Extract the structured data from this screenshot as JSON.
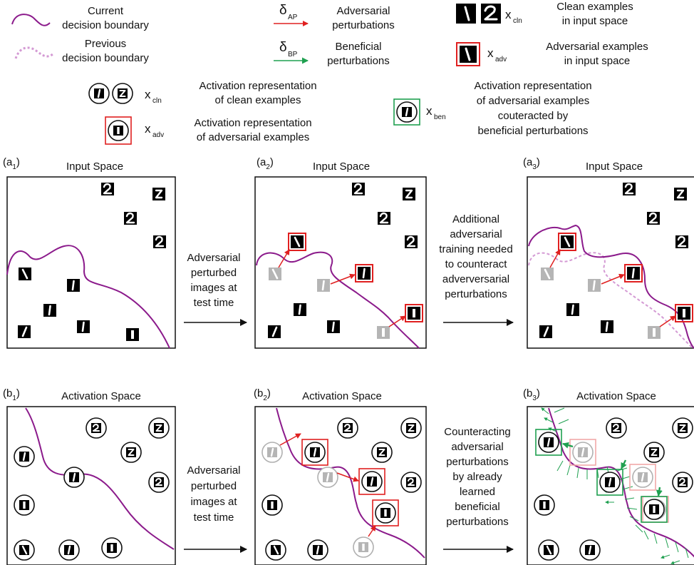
{
  "legend": {
    "current_boundary": [
      "Current",
      "decision boundary"
    ],
    "previous_boundary": [
      "Previous",
      "decision boundary"
    ],
    "adversarial_pert": {
      "symbol": "δ",
      "sub": "AP",
      "label": [
        "Adversarial",
        "perturbations"
      ]
    },
    "beneficial_pert": {
      "symbol": "δ",
      "sub": "BP",
      "label": [
        "Beneficial",
        "perturbations"
      ]
    },
    "clean_input": {
      "symbol": "x",
      "sub": "cln",
      "label": [
        "Clean examples",
        "in input space"
      ]
    },
    "adv_input": {
      "symbol": "x",
      "sub": "adv",
      "label": [
        "Adversarial examples",
        "in input space"
      ]
    },
    "clean_act": {
      "symbol": "x",
      "sub": "cln",
      "label": [
        "Activation representation",
        "of clean examples"
      ]
    },
    "adv_act": {
      "symbol": "x",
      "sub": "adv",
      "label": [
        "Activation representation",
        "of adversarial examples"
      ]
    },
    "ben_act": {
      "symbol": "x",
      "sub": "ben",
      "label": [
        "Activation representation",
        "of adversarial examples",
        "couteracted by",
        "beneficial perturbations"
      ]
    }
  },
  "panels": {
    "a1": {
      "tag": "a",
      "sub": "1",
      "title": "Input Space"
    },
    "a2": {
      "tag": "a",
      "sub": "2",
      "title": "Input Space"
    },
    "a3": {
      "tag": "a",
      "sub": "3",
      "title": "Input Space"
    },
    "b1": {
      "tag": "b",
      "sub": "1",
      "title": "Activation Space"
    },
    "b2": {
      "tag": "b",
      "sub": "2",
      "title": "Activation Space"
    },
    "b3": {
      "tag": "b",
      "sub": "3",
      "title": "Activation Space"
    }
  },
  "arrows": {
    "a12": [
      "Adversarial",
      "perturbed",
      "images at",
      "test time"
    ],
    "a23": [
      "Additional",
      "adversarial",
      "training needed",
      "to counteract",
      "adverversarial",
      "perturbations"
    ],
    "b12": [
      "Adversarial",
      "perturbed",
      "images at",
      "test time"
    ],
    "b23": [
      "Counteracting",
      "adversarial",
      "perturbations",
      "by already",
      "learned",
      "beneficial",
      "perturbations"
    ]
  },
  "colors": {
    "boundary": "#8b1a8b",
    "previous_boundary": "#d49ad4",
    "adversarial": "#e02020",
    "beneficial": "#1fa050",
    "faded": "#b0b0b0",
    "faded_box": "#f2a8a8"
  }
}
